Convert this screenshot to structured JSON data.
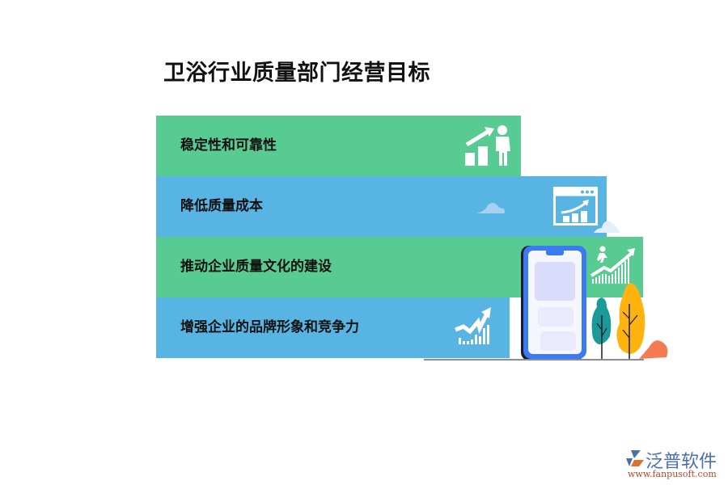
{
  "title": "卫浴行业质量部门经营目标",
  "items": [
    {
      "label": "稳定性和可靠性",
      "color": "#57CB92",
      "icon": "growth-person-icon"
    },
    {
      "label": "降低质量成本",
      "color": "#57B4E3",
      "icon": "browser-chart-icon"
    },
    {
      "label": "推动企业质量文化的建设",
      "color": "#57CB92",
      "icon": "running-up-trend-icon"
    },
    {
      "label": "增强企业的品牌形象和竞争力",
      "color": "#57B4E3",
      "icon": "trend-arrow-icon"
    }
  ],
  "logo": {
    "name": "泛普软件",
    "url": "www.fanpusoft.com"
  }
}
